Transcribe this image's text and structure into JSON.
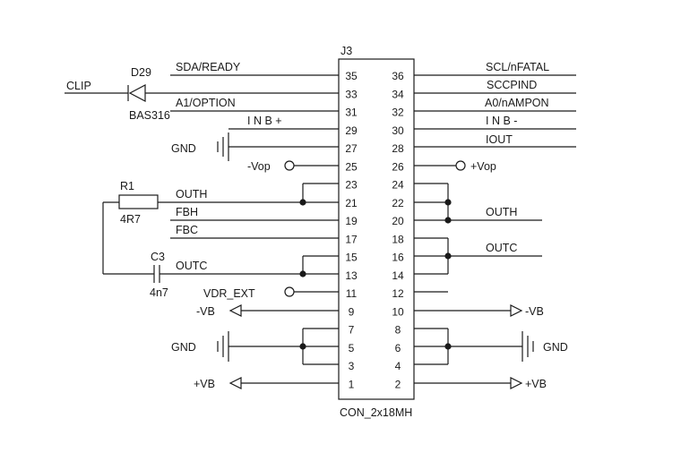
{
  "connector": {
    "designator": "J3",
    "part": "CON_2x18MH",
    "left_pins": [
      "35",
      "33",
      "31",
      "29",
      "27",
      "25",
      "23",
      "21",
      "19",
      "17",
      "15",
      "13",
      "11",
      "9",
      "7",
      "5",
      "3",
      "1"
    ],
    "right_pins": [
      "36",
      "34",
      "32",
      "30",
      "28",
      "26",
      "24",
      "22",
      "20",
      "18",
      "16",
      "14",
      "12",
      "10",
      "8",
      "6",
      "4",
      "2"
    ]
  },
  "components": {
    "d29_ref": "D29",
    "d29_value": "BAS316",
    "r1_ref": "R1",
    "r1_value": "4R7",
    "c3_ref": "C3",
    "c3_value": "4n7"
  },
  "nets": {
    "clip": "CLIP",
    "sda_ready": "SDA/READY",
    "a1_option": "A1/OPTION",
    "inb_plus": "I N B +",
    "gnd_left_top": "GND",
    "minus_vop": "-Vop",
    "outh_left": "OUTH",
    "fbh": "FBH",
    "fbc": "FBC",
    "outc_left": "OUTC",
    "vdr_ext": "VDR_EXT",
    "minus_vb_left": "-VB",
    "gnd_left_bottom": "GND",
    "plus_vb_left": "+VB",
    "scl_nfatal": "SCL/nFATAL",
    "sccpind": "SCCPIND",
    "a0_nampon": "A0/nAMPON",
    "inb_minus": "I N B -",
    "iout": "IOUT",
    "plus_vop": "+Vop",
    "outh_right": "OUTH",
    "outc_right": "OUTC",
    "minus_vb_right": "-VB",
    "gnd_right": "GND",
    "plus_vb_right": "+VB"
  }
}
